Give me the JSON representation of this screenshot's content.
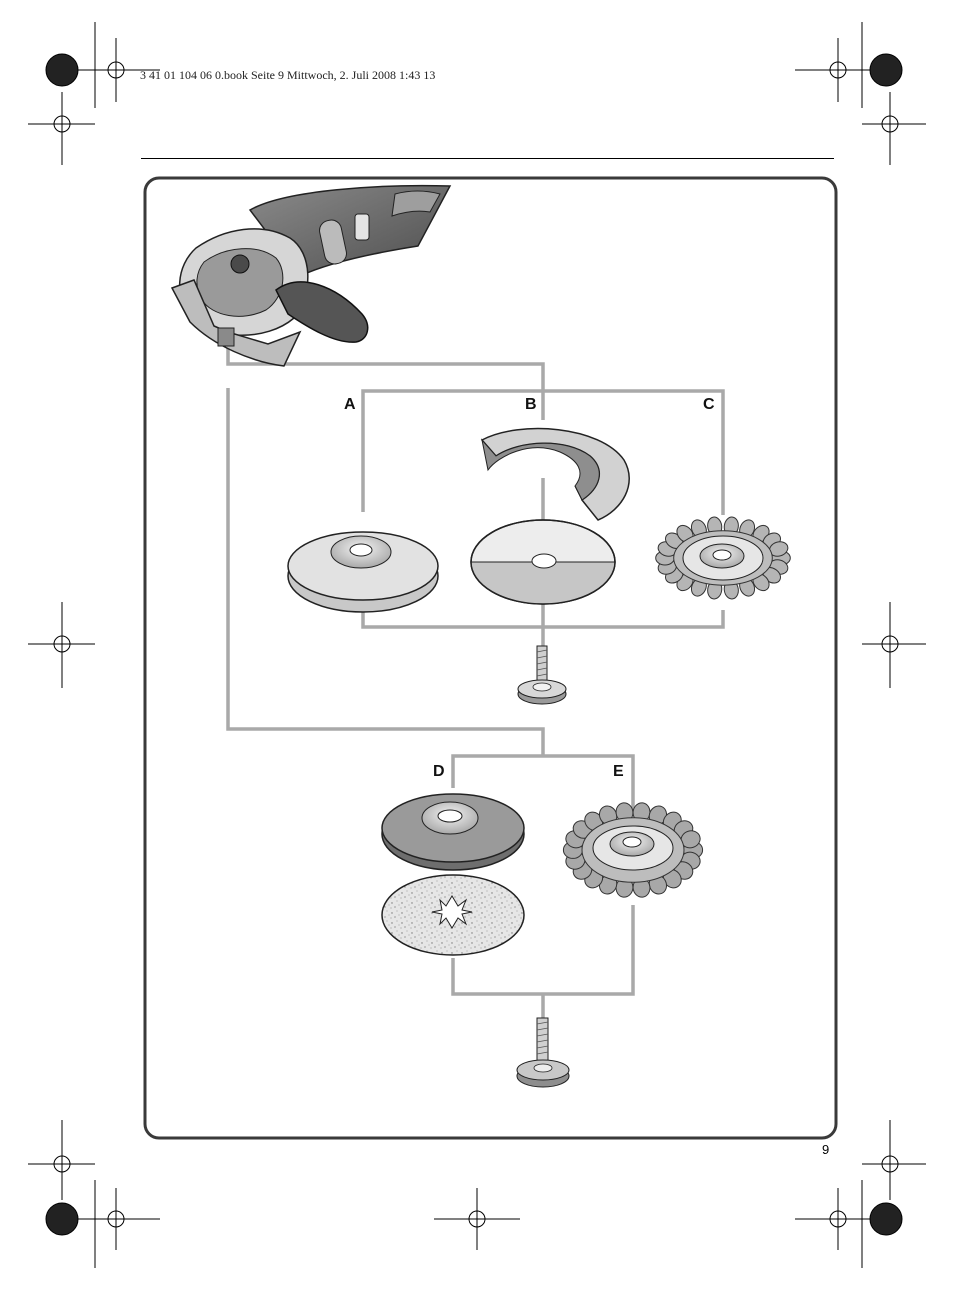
{
  "header": {
    "print_info": "3 41 01 104 06 0.book  Seite 9  Mittwoch, 2. Juli 2008  1:43 13"
  },
  "figure": {
    "labels": {
      "a": "A",
      "b": "B",
      "c": "C",
      "d": "D",
      "e": "E"
    }
  },
  "footer": {
    "page_number": "9"
  },
  "colors": {
    "connector_line": "#a9a9a9",
    "frame_border": "#3a3a3a",
    "tool_body": "#6e6e6e",
    "disc_light": "#dedede",
    "disc_mid": "#c4c4c4"
  }
}
